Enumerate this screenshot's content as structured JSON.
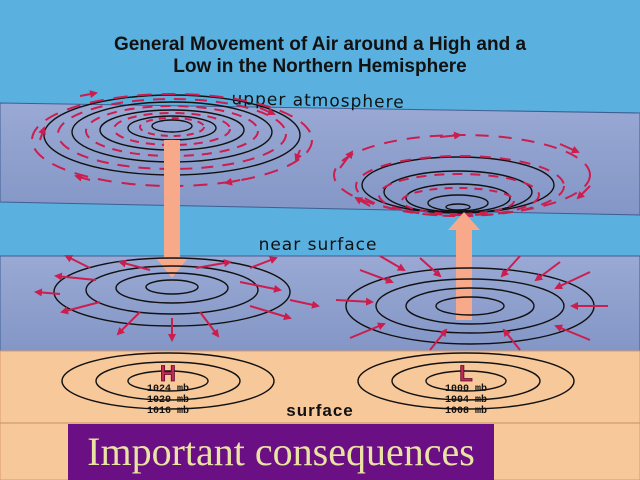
{
  "title": {
    "line1": "General Movement of Air around a High and a",
    "line2": "Low in the Northern Hemisphere"
  },
  "layers": {
    "upper": "upper atmosphere",
    "near": "near surface",
    "surface": "surface"
  },
  "high": {
    "symbol": "H",
    "isobars": [
      "1024 mb",
      "1020 mb",
      "1016 mb"
    ],
    "vertical_flow": "descending"
  },
  "low": {
    "symbol": "L",
    "isobars": [
      "1000 mb",
      "1004 mb",
      "1008 mb"
    ],
    "vertical_flow": "ascending"
  },
  "banner": "Important consequences",
  "colors": {
    "sky": "#5ab0df",
    "layer_band": "#8fa2cf",
    "surface": "#f6c89a",
    "arrows": "#cc1d4f",
    "vertical_arrow": "#f7a98a",
    "banner_bg": "#6a0f84",
    "banner_text": "#e9e2a2",
    "symbol_fill": "#c02a5a"
  }
}
